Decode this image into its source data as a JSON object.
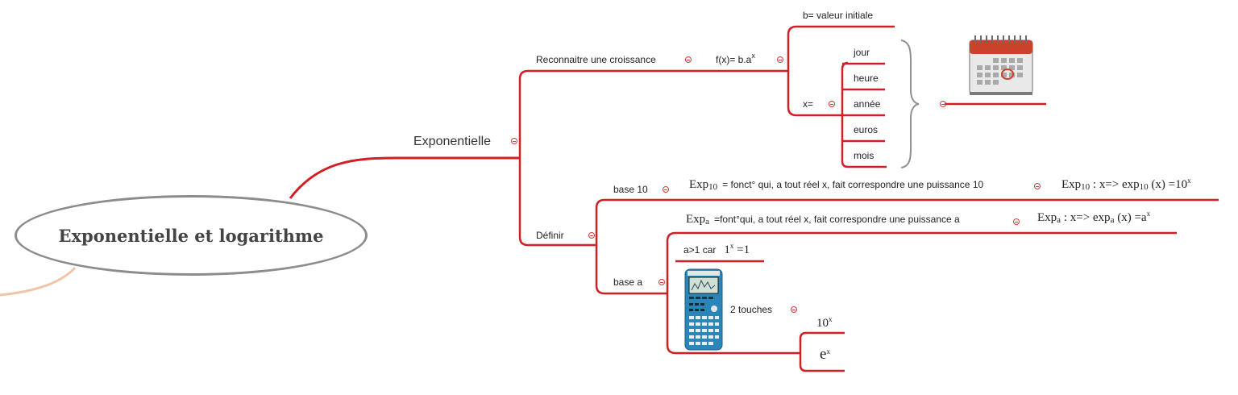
{
  "central_topic": "Exponentielle et logarithme",
  "branch_exponentielle": "Exponentielle",
  "reconnaitre": {
    "label": "Reconnaitre une croissance",
    "formula_base": "f(x)= b.a",
    "formula_sup": "x",
    "b_label": "b= valeur initiale",
    "x_label": "x=",
    "x_units": [
      "jour",
      "heure",
      "année",
      "euros",
      "mois"
    ]
  },
  "definir": {
    "label": "Définir",
    "base10": {
      "label": "base 10",
      "def_main": "Exp",
      "def_sub": "10",
      "def_text": "= fonct° qui, a tout réel x, fait correspondre une puissance 10",
      "map_main": "Exp",
      "map_sub1": "10",
      "map_mid": " : x=> exp",
      "map_sub2": "10",
      "map_end": " (x) =10",
      "map_sup": "x"
    },
    "basea": {
      "label": "base a",
      "def_main": "Exp",
      "def_sub": "a",
      "def_text": "=font°qui, a tout réel x, fait correspondre une puissance a",
      "map_main": "Exp",
      "map_sub1": "a",
      "map_mid": " : x=> exp",
      "map_sub2": "a",
      "map_end": " (x) =a",
      "map_sup": "x",
      "cond_label": "a>1 car",
      "cond_main": "1",
      "cond_sup": "x",
      "cond_end": " =1",
      "touches_label": "2 touches",
      "key1_main": "10",
      "key1_sup": "x",
      "key2_main": "e",
      "key2_sup": "x"
    }
  },
  "icons": [
    "calendar-icon",
    "calculator-icon"
  ],
  "colors": {
    "branch": "#d21f26",
    "central_border": "#8c8c8c",
    "lower_branch": "#f0c4a8",
    "calendar_red": "#c9432b",
    "calculator_blue": "#2a86b8"
  }
}
